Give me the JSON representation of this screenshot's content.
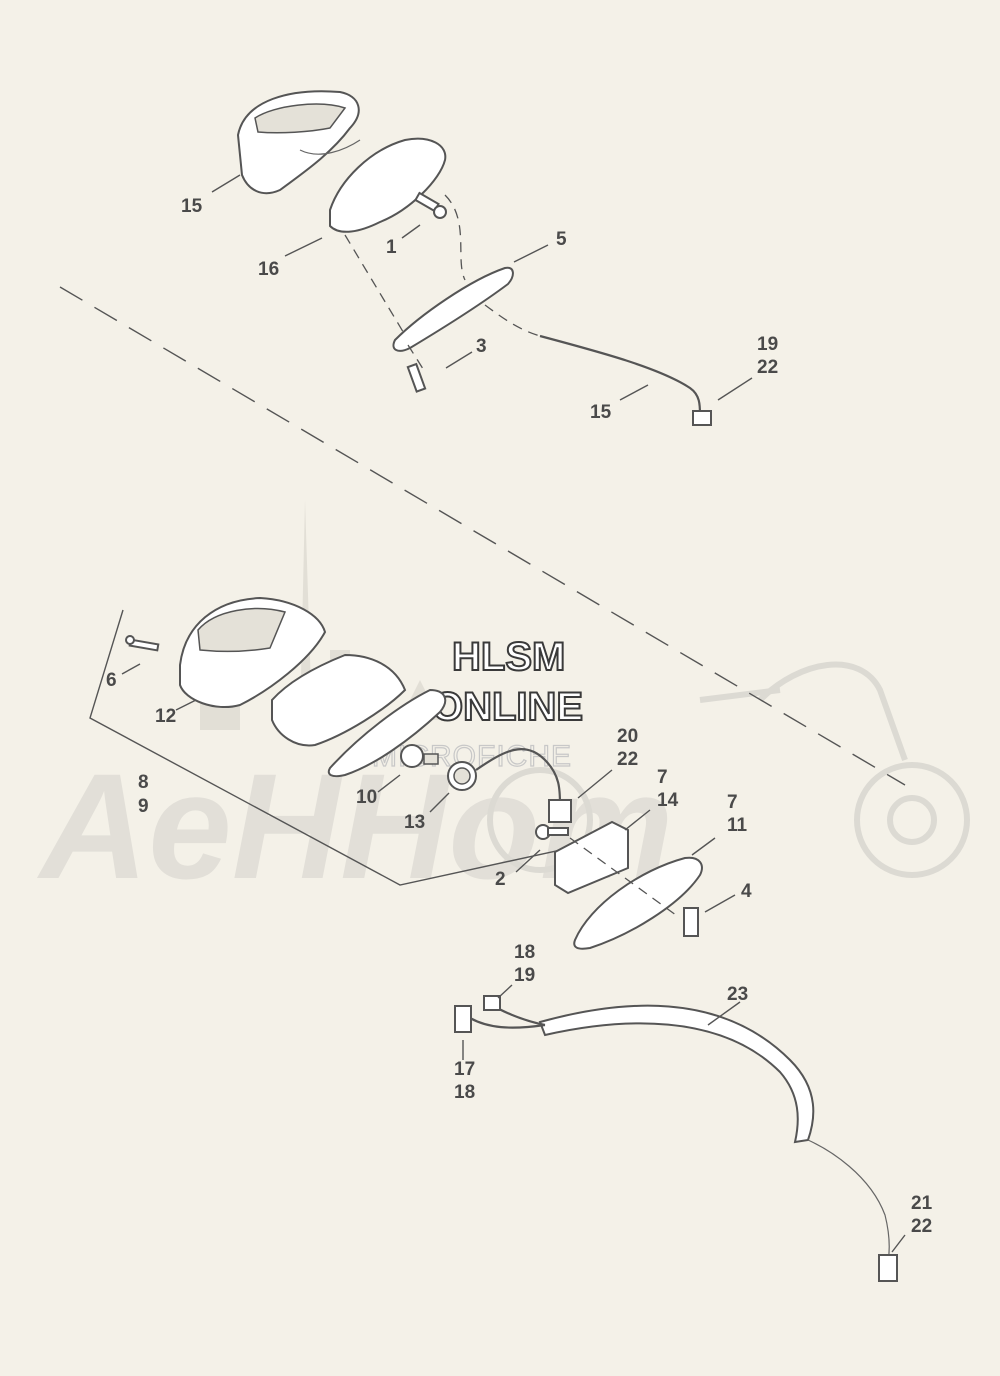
{
  "watermark": {
    "line1": "HLSM",
    "line2": "ONLINE",
    "line3": "MICROFICHE",
    "logo_text": "AeHHom"
  },
  "callouts": [
    {
      "id": "c15a",
      "lines": [
        "15"
      ]
    },
    {
      "id": "c16",
      "lines": [
        "16"
      ]
    },
    {
      "id": "c1",
      "lines": [
        "1"
      ]
    },
    {
      "id": "c5",
      "lines": [
        "5"
      ]
    },
    {
      "id": "c3",
      "lines": [
        "3"
      ]
    },
    {
      "id": "c19_22",
      "lines": [
        "19",
        "22"
      ]
    },
    {
      "id": "c15b",
      "lines": [
        "15"
      ]
    },
    {
      "id": "c6",
      "lines": [
        "6"
      ]
    },
    {
      "id": "c12",
      "lines": [
        "12"
      ]
    },
    {
      "id": "c8_9",
      "lines": [
        "8",
        "9"
      ]
    },
    {
      "id": "c10",
      "lines": [
        "10"
      ]
    },
    {
      "id": "c13",
      "lines": [
        "13"
      ]
    },
    {
      "id": "c20_22",
      "lines": [
        "20",
        "22"
      ]
    },
    {
      "id": "c7_14",
      "lines": [
        "7",
        "14"
      ]
    },
    {
      "id": "c7_11",
      "lines": [
        "7",
        "11"
      ]
    },
    {
      "id": "c2",
      "lines": [
        "2"
      ]
    },
    {
      "id": "c4",
      "lines": [
        "4"
      ]
    },
    {
      "id": "c18_19",
      "lines": [
        "18",
        "19"
      ]
    },
    {
      "id": "c23",
      "lines": [
        "23"
      ]
    },
    {
      "id": "c17_18",
      "lines": [
        "17",
        "18"
      ]
    },
    {
      "id": "c21_22",
      "lines": [
        "21",
        "22"
      ]
    }
  ]
}
